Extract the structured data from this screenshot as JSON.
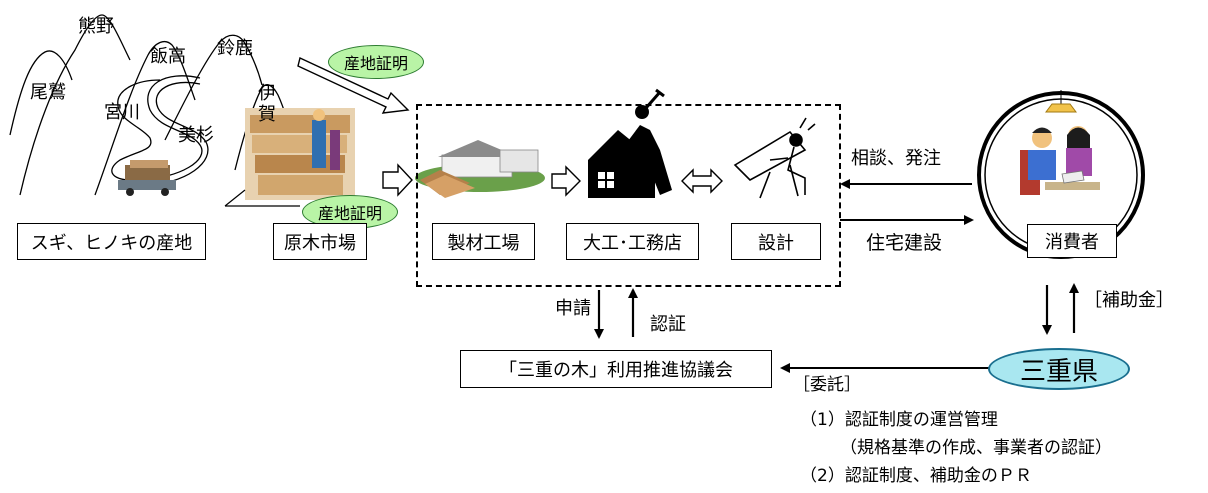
{
  "regions": {
    "kumano": "熊野",
    "iitaka": "飯高",
    "suzuka": "鈴鹿",
    "owase": "尾鷲",
    "miyagawa": "宮川",
    "iga": "伊\n賀",
    "misugi": "美杉"
  },
  "badges": {
    "origin_cert_top": "産地証明",
    "origin_cert_market": "産地証明"
  },
  "boxes": {
    "origin": "スギ、ヒノキの産地",
    "log_market": "原木市場",
    "sawmill": "製材工場",
    "builder": "大工･工務店",
    "design": "設計",
    "consumer": "消費者",
    "council": "「三重の木」利用推進協議会"
  },
  "labels": {
    "consult_order": "相談、発注",
    "housing": "住宅建設",
    "apply": "申請",
    "certify": "認証",
    "subsidy": "［補助金］",
    "prefecture": "三重県",
    "entrust": "［委託］",
    "item1": "（1）認証制度の運営管理",
    "item1_sub": "（規格基準の作成、事業者の認証）",
    "item2": "（2）認証制度、補助金のＰＲ"
  },
  "colors": {
    "badge_fill": "#b9f4a6",
    "pref_fill": "#a9e7f0",
    "pref_border": "#1a6f8f"
  }
}
